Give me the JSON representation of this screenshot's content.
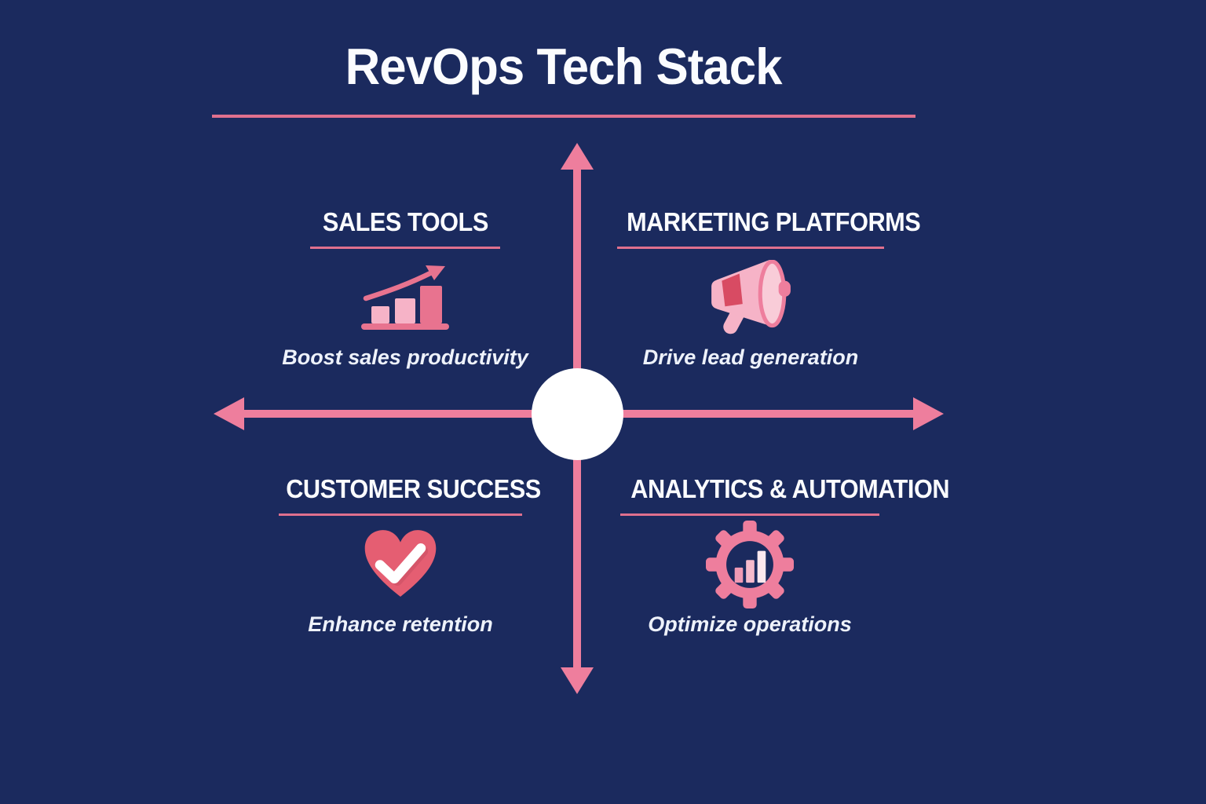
{
  "title": "RevOps Tech Stack",
  "colors": {
    "bg": "#1b2a5e",
    "pink": "#ee7e9d",
    "pink_light": "#f6b3c7",
    "pink_pale": "#f9ccd8",
    "pink_deep": "#e8738f",
    "underline": "#e0708e",
    "crimson": "#d84b63",
    "heart": "#e55e72",
    "text": "#f7f9fd",
    "hub": "#ffffff"
  },
  "quadrants": [
    {
      "label": "SALES TOOLS",
      "caption": "Boost sales productivity",
      "icon": "bar-chart-growth-icon"
    },
    {
      "label": "MARKETING PLATFORMS",
      "caption": "Drive lead generation",
      "icon": "megaphone-icon"
    },
    {
      "label": "CUSTOMER SUCCESS",
      "caption": "Enhance retention",
      "icon": "heart-check-icon"
    },
    {
      "label": "ANALYTICS & AUTOMATION",
      "caption": "Optimize operations",
      "icon": "gear-chart-icon"
    }
  ]
}
